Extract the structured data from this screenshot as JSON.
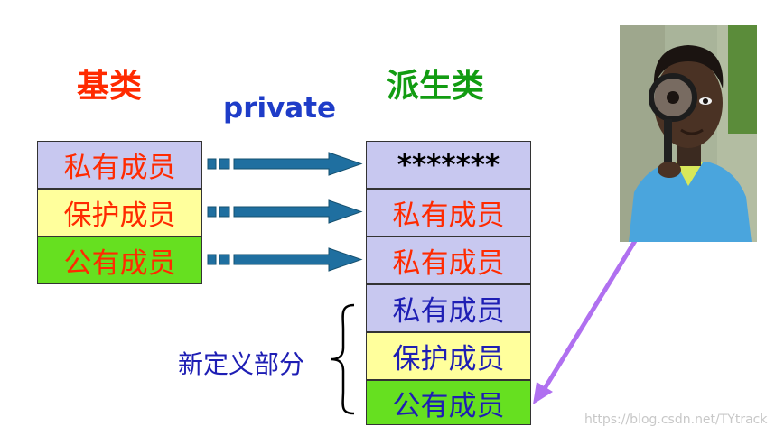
{
  "base": {
    "title": "基类",
    "rows": [
      "私有成员",
      "保护成员",
      "公有成员"
    ]
  },
  "derived": {
    "title": "派生类",
    "rows": [
      "*******",
      "私有成员",
      "私有成员",
      "私有成员",
      "保护成员",
      "公有成员"
    ]
  },
  "inheritance_label": "private",
  "new_part_label": "新定义部分",
  "watermark": "https://blog.csdn.net/TYtrack",
  "colors": {
    "base_title": "#ff2a00",
    "derived_title": "#129c12",
    "private_label": "#1e3cc8",
    "arrow_fill": "#1f6fa0",
    "purple_arrow": "#b070f0",
    "private_row": "#c8c8f0",
    "protected_row": "#ffff9c",
    "public_row": "#66e020"
  },
  "photo_icon": "boy-with-magnifying-glass"
}
